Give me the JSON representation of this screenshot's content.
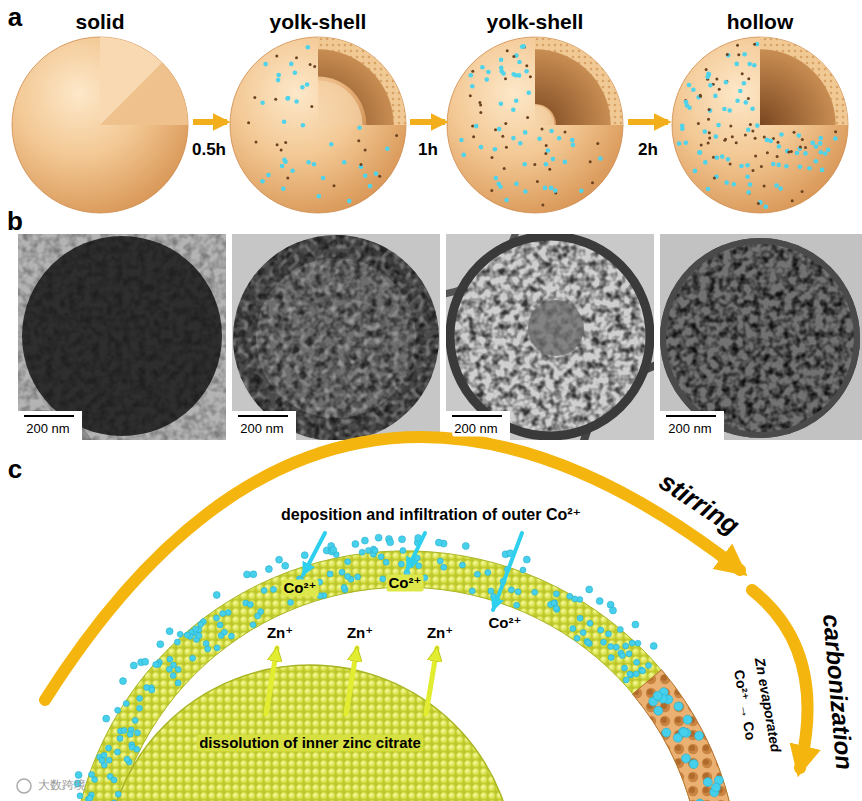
{
  "diagram": {
    "labels": [
      "a",
      "solid",
      "yolk-shell",
      "yolk-shell",
      "hollow",
      "0.5h",
      "1h",
      "2h",
      "b",
      "200 nm",
      "200 nm",
      "200 nm",
      "200 nm",
      "c",
      "stirring",
      "deposition and infiltration of outer Co²⁺",
      "Co²⁺",
      "Co²⁺",
      "Zn⁺",
      "Zn⁺",
      "Zn⁺",
      "Co²⁺",
      "carbonization",
      "Co²⁺ → Co",
      "Zn evaporated",
      "dissolution of inner zinc citrate",
      "大数跨境"
    ]
  }
}
